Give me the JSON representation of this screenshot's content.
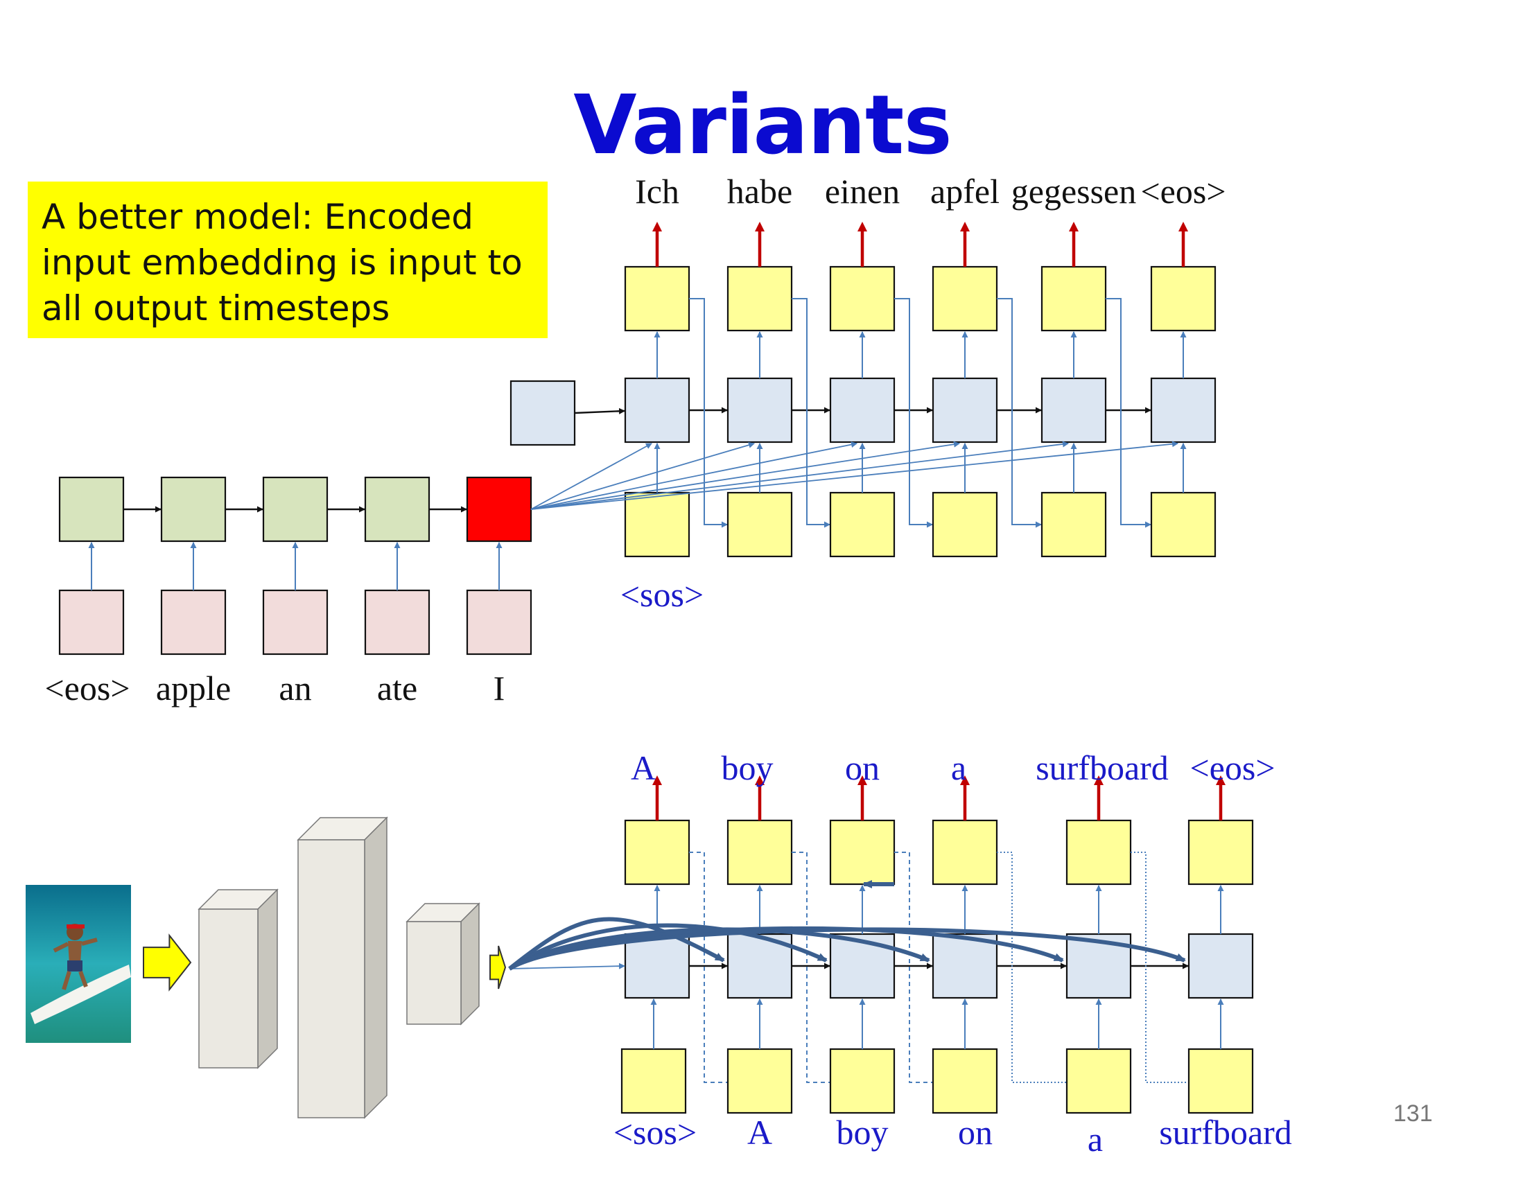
{
  "title": "Variants",
  "callout": {
    "line1": "A better model: Encoded",
    "line2": "input embedding is input to",
    "line3": "all output timesteps"
  },
  "translation_example": {
    "input_words": [
      "<eos>",
      "apple",
      "an",
      "ate",
      "I"
    ],
    "output_words": [
      "Ich",
      "habe",
      "einen",
      "apfel",
      "gegessen",
      "<eos>"
    ],
    "start_token": "<sos>",
    "colors": {
      "input_box": "#f2dcdb",
      "encoder_box": "#d7e4bd",
      "final_encoder_box": "#ff0000",
      "decoder_box": "#dce6f2",
      "output_box": "#ffff99",
      "output_arrow": "#c00000"
    }
  },
  "captioning_example": {
    "image": "boy-surfing-photo",
    "output_words": [
      "A",
      "boy",
      "on",
      "a",
      "surfboard",
      "<eos>"
    ],
    "input_words": [
      "<sos>",
      "A",
      "boy",
      "on",
      "a",
      "surfboard"
    ],
    "word_color": "#1a1ac8",
    "connection_color": "#3b5f8f"
  },
  "page_number": "131"
}
